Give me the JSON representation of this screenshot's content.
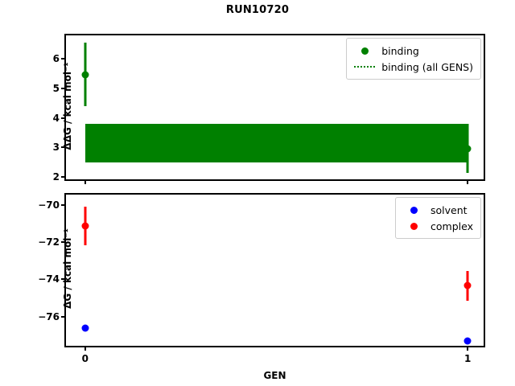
{
  "title": "RUN10720",
  "colors": {
    "binding": "#008000",
    "solvent": "#0000ff",
    "complex": "#ff0000",
    "axis": "#000000",
    "background": "#ffffff"
  },
  "xaxis": {
    "label": "GEN",
    "ticks": [
      "0",
      "1"
    ],
    "tickvalues": [
      0,
      1
    ],
    "lim": [
      -0.05,
      1.05
    ]
  },
  "panels": {
    "top": {
      "ylabel": "ΔΔG / kcal mol⁻¹",
      "yticks": [
        "2",
        "3",
        "4",
        "5",
        "6"
      ],
      "ytickvalues": [
        2,
        3,
        4,
        5,
        6
      ],
      "ylim": [
        1.82,
        6.78
      ],
      "legend": [
        {
          "label": "binding",
          "key": "marker",
          "color": "#008000"
        },
        {
          "label": "binding (all GENS)",
          "key": "dotted-line",
          "color": "#008000"
        }
      ]
    },
    "bottom": {
      "ylabel": "ΔG / kcal mol⁻¹",
      "yticks": [
        "−70",
        "−72",
        "−74",
        "−76"
      ],
      "ytickvalues": [
        -70,
        -72,
        -74,
        -76
      ],
      "ylim": [
        -77.75,
        -69.45
      ],
      "legend": [
        {
          "label": "solvent",
          "key": "marker",
          "color": "#0000ff"
        },
        {
          "label": "complex",
          "key": "marker",
          "color": "#ff0000"
        }
      ]
    }
  },
  "chart_data": [
    {
      "type": "scatter",
      "panel": "top",
      "title": "RUN10720",
      "xlabel": "GEN",
      "ylabel": "ΔΔG / kcal mol⁻¹",
      "xlim": [
        -0.05,
        1.05
      ],
      "ylim": [
        1.82,
        6.78
      ],
      "xticks": [
        0,
        1
      ],
      "yticks": [
        2,
        3,
        4,
        5,
        6
      ],
      "grid": false,
      "legend_position": "upper right",
      "series": [
        {
          "name": "binding",
          "color": "#008000",
          "marker": "o",
          "x": [
            0,
            1
          ],
          "y": [
            5.46,
            2.97
          ],
          "yerr": [
            1.07,
            0.82
          ],
          "ylow": [
            4.39,
            2.15
          ],
          "yhigh": [
            6.53,
            3.79
          ]
        },
        {
          "name": "binding (all GENS)",
          "color": "#008000",
          "style": "dotted-band",
          "note": "dense dotted error band spanning all GENS",
          "band_center": 3.15,
          "band_low": 2.49,
          "band_high": 3.81,
          "x_span": [
            0,
            1
          ]
        }
      ]
    },
    {
      "type": "scatter",
      "panel": "bottom",
      "xlabel": "GEN",
      "ylabel": "ΔG / kcal mol⁻¹",
      "xlim": [
        -0.05,
        1.05
      ],
      "ylim": [
        -77.75,
        -69.45
      ],
      "xticks": [
        0,
        1
      ],
      "yticks": [
        -70,
        -72,
        -74,
        -76
      ],
      "grid": false,
      "legend_position": "upper right",
      "series": [
        {
          "name": "solvent",
          "color": "#0000ff",
          "marker": "o",
          "x": [
            0,
            1
          ],
          "y": [
            -76.62,
            -77.32
          ],
          "yerr": [
            0.03,
            0.03
          ]
        },
        {
          "name": "complex",
          "color": "#ff0000",
          "marker": "o",
          "x": [
            0,
            1
          ],
          "y": [
            -71.13,
            -74.35
          ],
          "yerr": [
            1.04,
            0.8
          ],
          "ylow": [
            -72.17,
            -75.15
          ],
          "yhigh": [
            -70.09,
            -73.55
          ]
        }
      ]
    }
  ]
}
